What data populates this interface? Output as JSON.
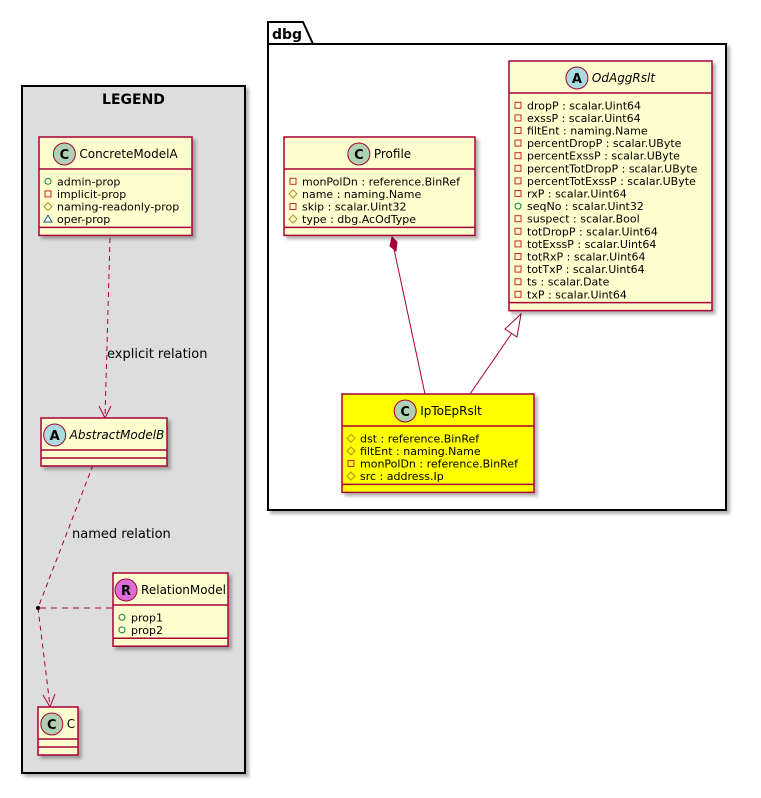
{
  "legend": {
    "title": "LEGEND",
    "concrete_model": {
      "stereotype": "C",
      "name": "ConcreteModelA",
      "attributes": [
        {
          "visibility": "public",
          "text": "admin-prop"
        },
        {
          "visibility": "private",
          "text": "implicit-prop"
        },
        {
          "visibility": "protected",
          "text": "naming-readonly-prop"
        },
        {
          "visibility": "package",
          "text": "oper-prop"
        }
      ]
    },
    "abstract_model": {
      "stereotype": "A",
      "name": "AbstractModelB"
    },
    "relation_model": {
      "stereotype": "R",
      "name": "RelationModel",
      "attributes": [
        {
          "visibility": "public",
          "text": "prop1"
        },
        {
          "visibility": "public",
          "text": "prop2"
        }
      ]
    },
    "c_model": {
      "stereotype": "C",
      "name": "C"
    },
    "explicit_relation_label": "explicit relation",
    "named_relation_label": "named relation"
  },
  "package": {
    "name": "dbg",
    "profile": {
      "stereotype": "C",
      "name": "Profile",
      "attributes": [
        {
          "visibility": "private",
          "text": "monPolDn : reference.BinRef"
        },
        {
          "visibility": "protected",
          "text": "name : naming.Name"
        },
        {
          "visibility": "private",
          "text": "skip : scalar.Uint32"
        },
        {
          "visibility": "protected",
          "text": "type : dbg.AcOdType"
        }
      ]
    },
    "od_agg_rslt": {
      "stereotype": "A",
      "name": "OdAggRslt",
      "attributes": [
        {
          "visibility": "private",
          "text": "dropP : scalar.Uint64"
        },
        {
          "visibility": "private",
          "text": "exssP : scalar.Uint64"
        },
        {
          "visibility": "private",
          "text": "filtEnt : naming.Name"
        },
        {
          "visibility": "private",
          "text": "percentDropP : scalar.UByte"
        },
        {
          "visibility": "private",
          "text": "percentExssP : scalar.UByte"
        },
        {
          "visibility": "private",
          "text": "percentTotDropP : scalar.UByte"
        },
        {
          "visibility": "private",
          "text": "percentTotExssP : scalar.UByte"
        },
        {
          "visibility": "private",
          "text": "rxP : scalar.Uint64"
        },
        {
          "visibility": "public",
          "text": "seqNo : scalar.Uint32"
        },
        {
          "visibility": "private",
          "text": "suspect : scalar.Bool"
        },
        {
          "visibility": "private",
          "text": "totDropP : scalar.Uint64"
        },
        {
          "visibility": "private",
          "text": "totExssP : scalar.Uint64"
        },
        {
          "visibility": "private",
          "text": "totRxP : scalar.Uint64"
        },
        {
          "visibility": "private",
          "text": "totTxP : scalar.Uint64"
        },
        {
          "visibility": "private",
          "text": "ts : scalar.Date"
        },
        {
          "visibility": "private",
          "text": "txP : scalar.Uint64"
        }
      ]
    },
    "ip_to_ep_rslt": {
      "stereotype": "C",
      "name": "IpToEpRslt",
      "attributes": [
        {
          "visibility": "protected",
          "text": "dst : reference.BinRef"
        },
        {
          "visibility": "protected",
          "text": "filtEnt : naming.Name"
        },
        {
          "visibility": "private",
          "text": "monPolDn : reference.BinRef"
        },
        {
          "visibility": "protected",
          "text": "src : address.Ip"
        }
      ]
    }
  },
  "colors": {
    "class_fill": "#FEFECE",
    "highlight_fill": "#FFFF00",
    "class_border": "#A80036",
    "legend_bg": "#DDDDDD",
    "stereo_c": "#ADD1B2",
    "stereo_a": "#A9DCDF",
    "stereo_r": "#DA70D6"
  }
}
